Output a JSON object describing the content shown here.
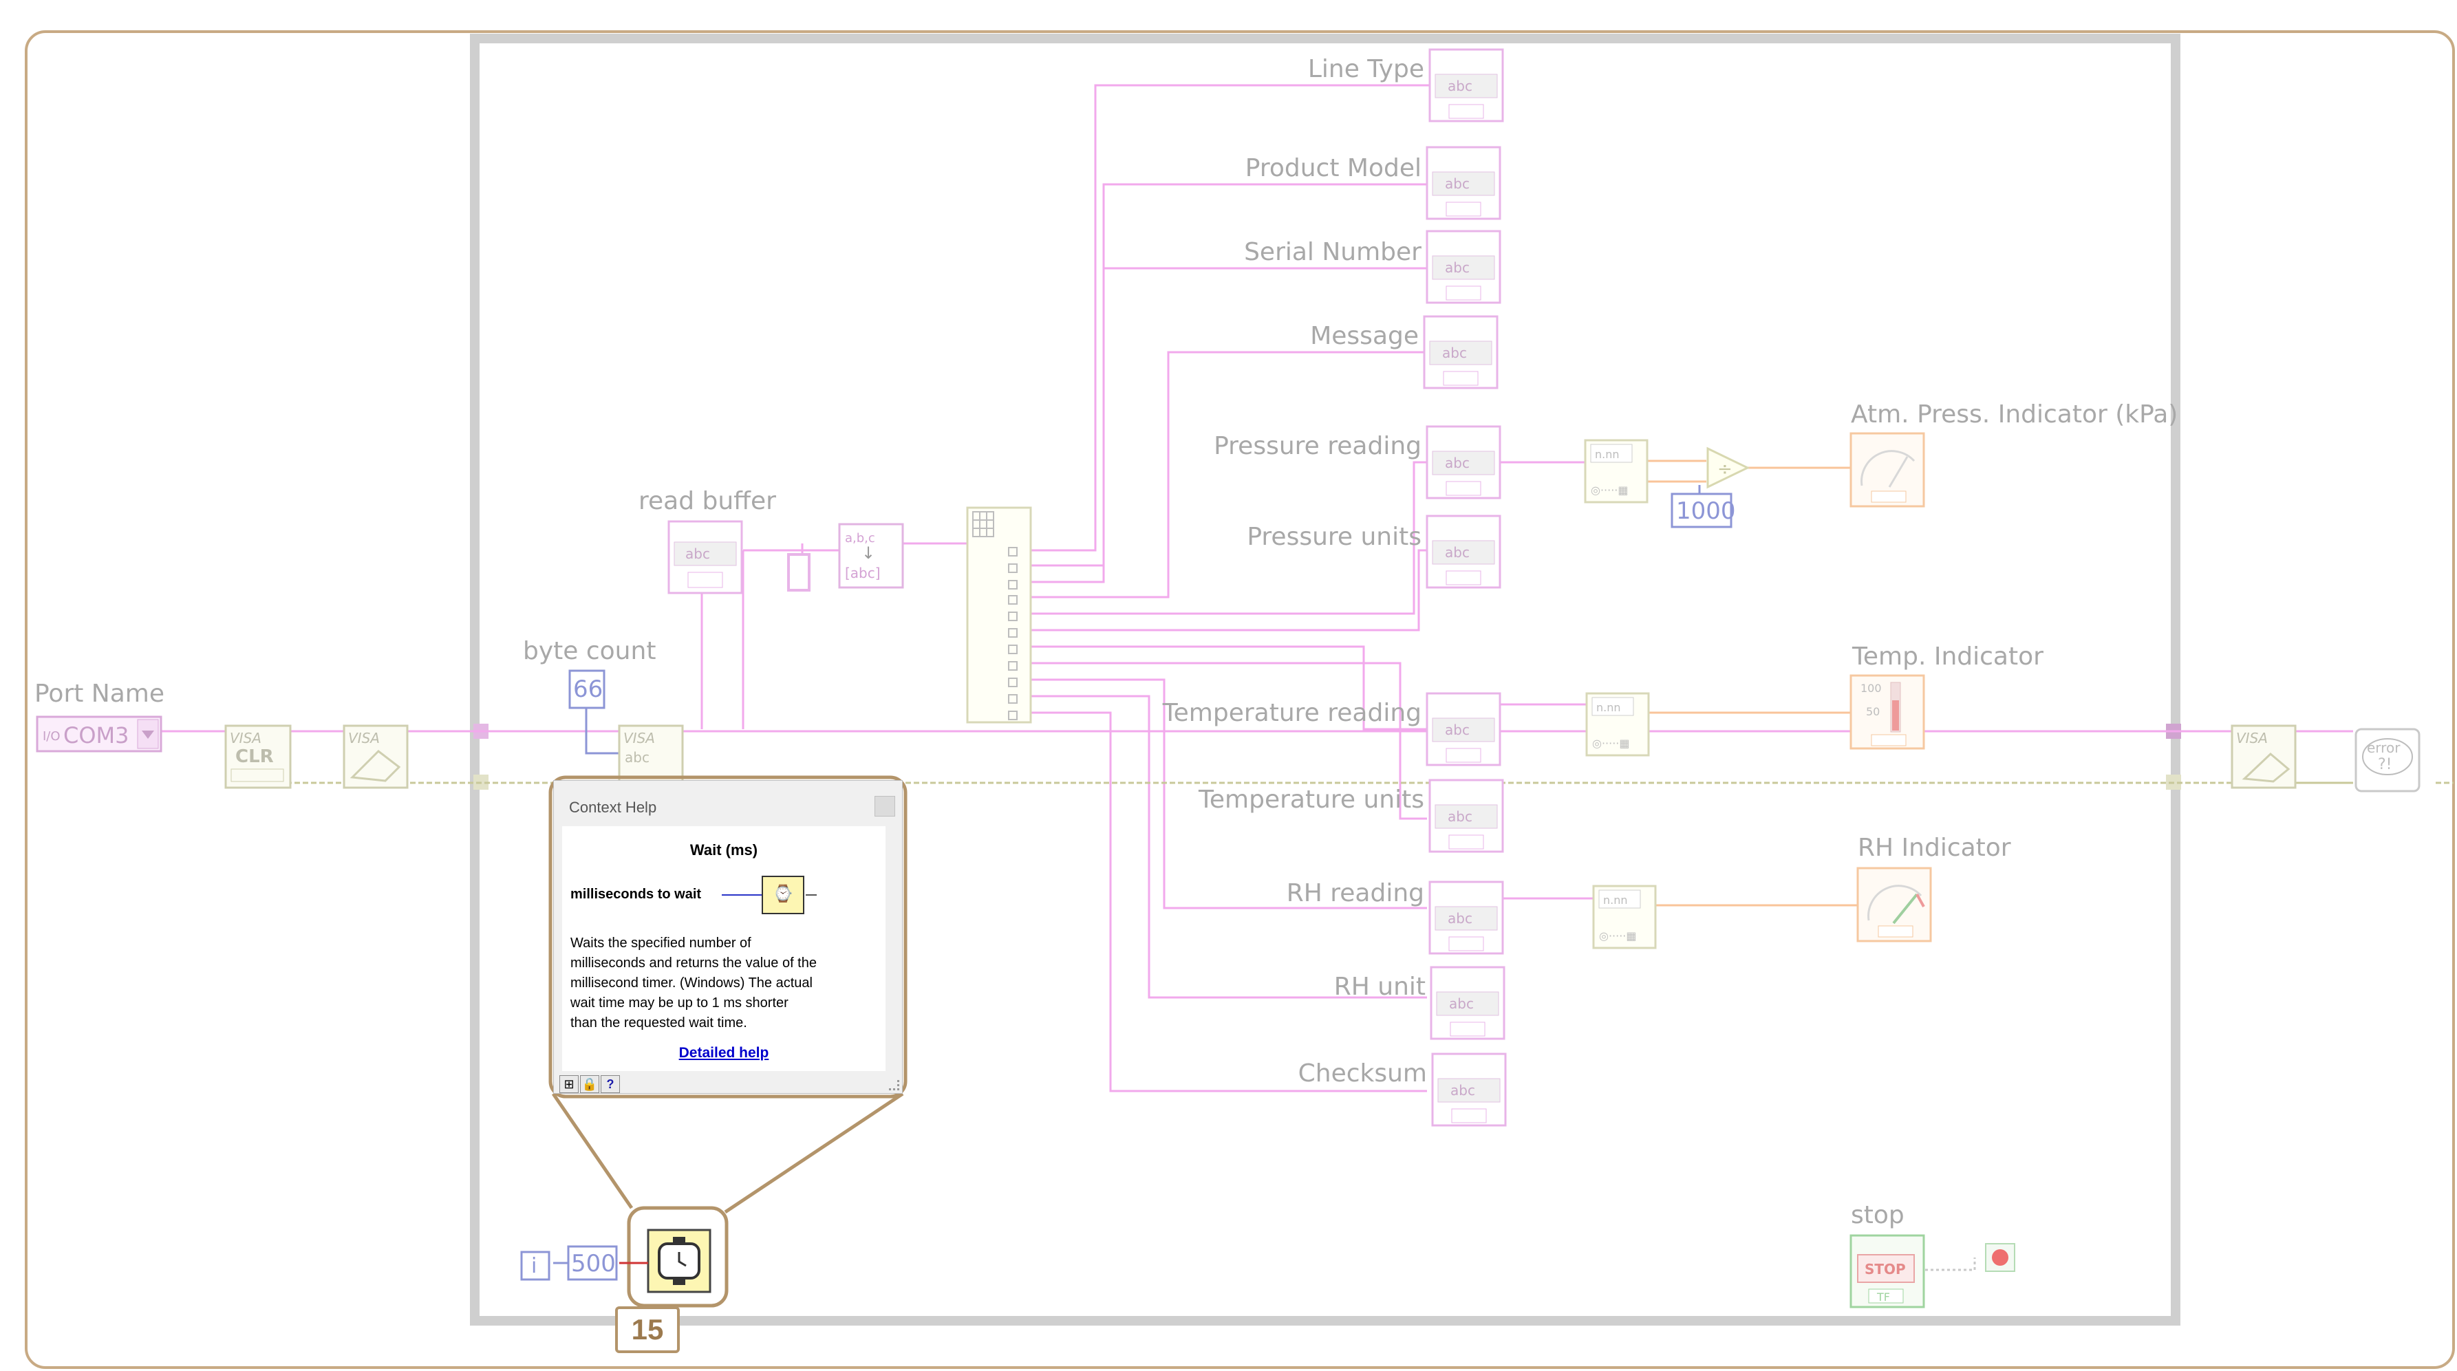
{
  "window": {
    "title": "LabVIEW Block Diagram"
  },
  "diagram": {
    "port_name_label": "Port Name",
    "port_name_value": "COM3",
    "visa_clear_text": "CLR",
    "visa_label": "VISA",
    "byte_count_label": "byte count",
    "byte_count_value": "66",
    "read_buffer_label": "read buffer",
    "indicator_text": "abc",
    "numeric_display": "n.nn",
    "divide_constant": "1000",
    "iteration_terminal": "i",
    "wait_constant": "500",
    "stop_label": "stop",
    "stop_button_text": "STOP",
    "stop_tf": "TF",
    "error_text": "error",
    "string_indicators": [
      "Line Type",
      "Product Model",
      "Serial Number",
      "Message",
      "Pressure reading",
      "Pressure units",
      "Temperature reading",
      "Temperature units",
      "RH reading",
      "RH unit",
      "Checksum"
    ],
    "gauges": {
      "pressure": "Atm. Press. Indicator (kPa)",
      "temperature": "Temp. Indicator",
      "temperature_ticks": [
        "100",
        "50"
      ],
      "rh": "RH Indicator"
    }
  },
  "context_help": {
    "window_title": "Context Help",
    "function_name": "Wait (ms)",
    "terminal_label": "milliseconds to wait",
    "description": "Waits the specified number of\nmilliseconds and returns the value of the\nmillisecond timer. (Windows) The actual\nwait time may be up to 1 ms shorter\nthan the requested wait time.",
    "detailed_help_link": "Detailed help",
    "toolbar_icons": [
      "show-optional-terminals-icon",
      "lock-icon",
      "help-icon"
    ]
  },
  "callout": {
    "number": "15"
  },
  "colors": {
    "frame_border": "#c8aa84",
    "string_wire": "#f2a9ec",
    "error_wire": "#c8c89a",
    "numeric_wire": "#f9c49a",
    "callout": "#b3946a",
    "numeric_blue": "#8c95d6",
    "link": "#0000cc"
  }
}
